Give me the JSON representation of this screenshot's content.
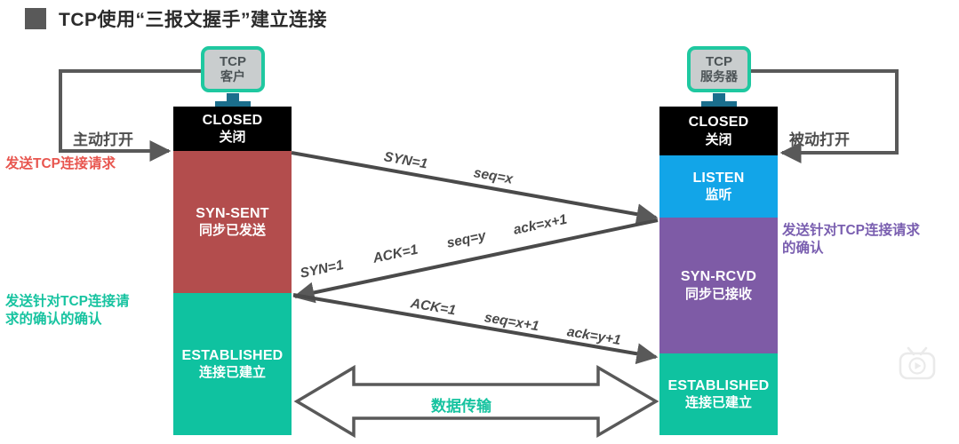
{
  "title": {
    "text": "TCP使用“三报文握手”建立连接",
    "bullet_color": "#595959"
  },
  "endpoints": {
    "client": {
      "icon_line1": "TCP",
      "icon_line2": "客户",
      "icon_name": "client-computer-icon",
      "monitor_border_color": "#1fc8a0",
      "stand_color": "#1b6e8c"
    },
    "server": {
      "icon_line1": "TCP",
      "icon_line2": "服务器",
      "icon_name": "server-computer-icon",
      "monitor_border_color": "#1fc8a0",
      "stand_color": "#1b6e8c"
    }
  },
  "client_states": [
    {
      "en": "CLOSED",
      "cn": "关闭",
      "color": "#000000"
    },
    {
      "en": "SYN-SENT",
      "cn": "同步已发送",
      "color": "#b34d4d"
    },
    {
      "en": "ESTABLISHED",
      "cn": "连接已建立",
      "color": "#0fc2a0"
    }
  ],
  "server_states": [
    {
      "en": "CLOSED",
      "cn": "关闭",
      "color": "#000000"
    },
    {
      "en": "LISTEN",
      "cn": "监听",
      "color": "#12a5e8"
    },
    {
      "en": "SYN-RCVD",
      "cn": "同步已接收",
      "color": "#7e5ba6"
    },
    {
      "en": "ESTABLISHED",
      "cn": "连接已建立",
      "color": "#0fc2a0"
    }
  ],
  "open_labels": {
    "active": "主动打开",
    "passive": "被动打开"
  },
  "annotations": {
    "send_request": {
      "text": "发送TCP连接请求",
      "color": "#e8564f"
    },
    "send_ack_of_ack": {
      "line1": "发送针对TCP连接请",
      "line2": "求的确认的确认",
      "color": "#17c3a0"
    },
    "send_ack": {
      "line1": "发送针对TCP连接请求",
      "line2": "的确认",
      "color": "#7a5fb0"
    }
  },
  "segments": [
    {
      "id": "syn",
      "direction": "client-to-server",
      "labels": [
        "SYN=1",
        "seq=x"
      ]
    },
    {
      "id": "syn-ack",
      "direction": "server-to-client",
      "labels": [
        "SYN=1",
        "ACK=1",
        "seq=y",
        "ack=x+1"
      ]
    },
    {
      "id": "ack",
      "direction": "client-to-server",
      "labels": [
        "ACK=1",
        "seq=x+1",
        "ack=y+1"
      ]
    }
  ],
  "data_transfer": {
    "label": "数据传输",
    "color": "#17c3a0"
  },
  "watermark": {
    "name": "bilibili-tv-watermark"
  }
}
